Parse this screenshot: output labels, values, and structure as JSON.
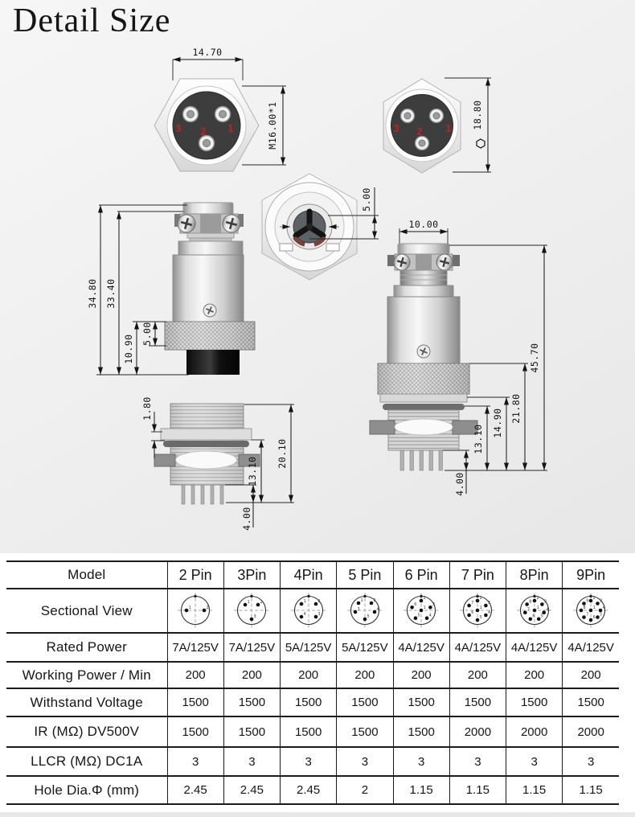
{
  "title": "Detail Size",
  "drawings": {
    "front_left": {
      "dim_width": "14.70",
      "dim_thread": "M16.00*1",
      "pin3": "3",
      "pin2": "2",
      "pin1": "1"
    },
    "front_right": {
      "dim_across_flats": "18.80",
      "pin3": "3",
      "pin2": "2",
      "pin1": "1"
    },
    "side_plug": {
      "dim_total": "34.80",
      "dim_body": "33.40",
      "dim_rear": "10.90",
      "dim_knurl": "5.00"
    },
    "top_view": {
      "dim_offset": "5.00"
    },
    "assembled": {
      "dim_cap": "10.00",
      "dim_total": "45.70",
      "dim_rear": "21.80",
      "dim_mount": "14.90",
      "dim_thread_len": "13.10",
      "dim_pins": "4.00"
    },
    "socket_view": {
      "dim_lip": "1.80",
      "dim_total": "20.10",
      "dim_body": "13.10",
      "dim_pins": "4.00"
    }
  },
  "table": {
    "model_label": "Model",
    "columns": [
      "2 Pin",
      "3Pin",
      "4Pin",
      "5 Pin",
      "6 Pin",
      "7 Pin",
      "8Pin",
      "9Pin"
    ],
    "sectional_label": "Sectional View",
    "pin_counts": [
      2,
      3,
      4,
      5,
      6,
      7,
      8,
      9
    ],
    "rows": [
      {
        "label": "Rated Power",
        "values": [
          "7A/125V",
          "7A/125V",
          "5A/125V",
          "5A/125V",
          "4A/125V",
          "4A/125V",
          "4A/125V",
          "4A/125V"
        ]
      },
      {
        "label": "Working Power / Min",
        "values": [
          "200",
          "200",
          "200",
          "200",
          "200",
          "200",
          "200",
          "200"
        ]
      },
      {
        "label": "Withstand Voltage",
        "values": [
          "1500",
          "1500",
          "1500",
          "1500",
          "1500",
          "1500",
          "1500",
          "1500"
        ]
      },
      {
        "label": "IR (MΩ) DV500V",
        "values": [
          "1500",
          "1500",
          "1500",
          "1500",
          "1500",
          "2000",
          "2000",
          "2000"
        ]
      },
      {
        "label": "LLCR (MΩ) DC1A",
        "values": [
          "3",
          "3",
          "3",
          "3",
          "3",
          "3",
          "3",
          "3"
        ]
      },
      {
        "label": "Hole Dia.Φ (mm)",
        "values": [
          "2.45",
          "2.45",
          "2.45",
          "2",
          "1.15",
          "1.15",
          "1.15",
          "1.15"
        ]
      }
    ]
  },
  "colors": {
    "pin_number_red": "#c42222",
    "dimension_line": "#141414",
    "face_dark": "#3d3d3d"
  }
}
